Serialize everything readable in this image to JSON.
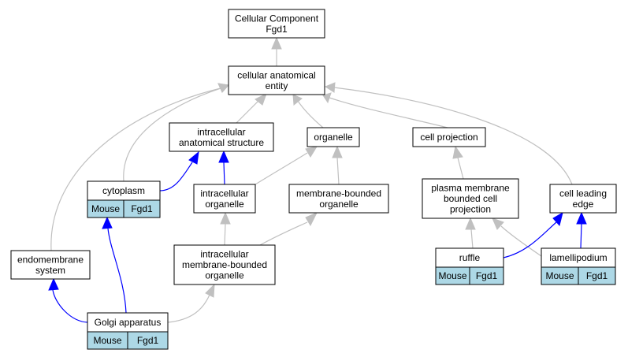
{
  "colors": {
    "is_a": "#c0c0c0",
    "part_of": "#0000ff",
    "annotation_fill": "#add8e6"
  },
  "nodes": {
    "root": {
      "lines": [
        "Cellular Component",
        "Fgd1"
      ]
    },
    "cae": {
      "lines": [
        "cellular anatomical",
        "entity"
      ]
    },
    "ias": {
      "lines": [
        "intracellular",
        "anatomical structure"
      ]
    },
    "organelle": {
      "lines": [
        "organelle"
      ]
    },
    "cellproj": {
      "lines": [
        "cell projection"
      ]
    },
    "cytoplasm": {
      "lines": [
        "cytoplasm"
      ],
      "annotation": [
        "Mouse",
        "Fgd1"
      ]
    },
    "intorg": {
      "lines": [
        "intracellular",
        "organelle"
      ]
    },
    "mbo": {
      "lines": [
        "membrane-bounded",
        "organelle"
      ]
    },
    "pmbcp": {
      "lines": [
        "plasma membrane",
        "bounded cell",
        "projection"
      ]
    },
    "cle": {
      "lines": [
        "cell leading",
        "edge"
      ]
    },
    "endo": {
      "lines": [
        "endomembrane",
        "system"
      ]
    },
    "imbo": {
      "lines": [
        "intracellular",
        "membrane-bounded",
        "organelle"
      ]
    },
    "ruffle": {
      "lines": [
        "ruffle"
      ],
      "annotation": [
        "Mouse",
        "Fgd1"
      ]
    },
    "lamelli": {
      "lines": [
        "lamellipodium"
      ],
      "annotation": [
        "Mouse",
        "Fgd1"
      ]
    },
    "golgi": {
      "lines": [
        "Golgi apparatus"
      ],
      "annotation": [
        "Mouse",
        "Fgd1"
      ]
    }
  },
  "edges": [
    {
      "from": "cae",
      "to": "root",
      "type": "is_a"
    },
    {
      "from": "ias",
      "to": "cae",
      "type": "is_a"
    },
    {
      "from": "organelle",
      "to": "cae",
      "type": "is_a"
    },
    {
      "from": "cellproj",
      "to": "cae",
      "type": "is_a"
    },
    {
      "from": "cle",
      "to": "cae",
      "type": "is_a"
    },
    {
      "from": "cytoplasm",
      "to": "cae",
      "type": "is_a"
    },
    {
      "from": "endo",
      "to": "cae",
      "type": "is_a"
    },
    {
      "from": "cytoplasm",
      "to": "ias",
      "type": "part_of"
    },
    {
      "from": "intorg",
      "to": "ias",
      "type": "part_of"
    },
    {
      "from": "intorg",
      "to": "organelle",
      "type": "is_a"
    },
    {
      "from": "mbo",
      "to": "organelle",
      "type": "is_a"
    },
    {
      "from": "pmbcp",
      "to": "cellproj",
      "type": "is_a"
    },
    {
      "from": "imbo",
      "to": "intorg",
      "type": "is_a"
    },
    {
      "from": "imbo",
      "to": "mbo",
      "type": "is_a"
    },
    {
      "from": "ruffle",
      "to": "pmbcp",
      "type": "is_a"
    },
    {
      "from": "lamelli",
      "to": "pmbcp",
      "type": "is_a"
    },
    {
      "from": "ruffle",
      "to": "cle",
      "type": "part_of"
    },
    {
      "from": "lamelli",
      "to": "cle",
      "type": "part_of"
    },
    {
      "from": "golgi",
      "to": "cytoplasm",
      "type": "part_of"
    },
    {
      "from": "golgi",
      "to": "endo",
      "type": "part_of"
    },
    {
      "from": "golgi",
      "to": "imbo",
      "type": "is_a"
    }
  ]
}
